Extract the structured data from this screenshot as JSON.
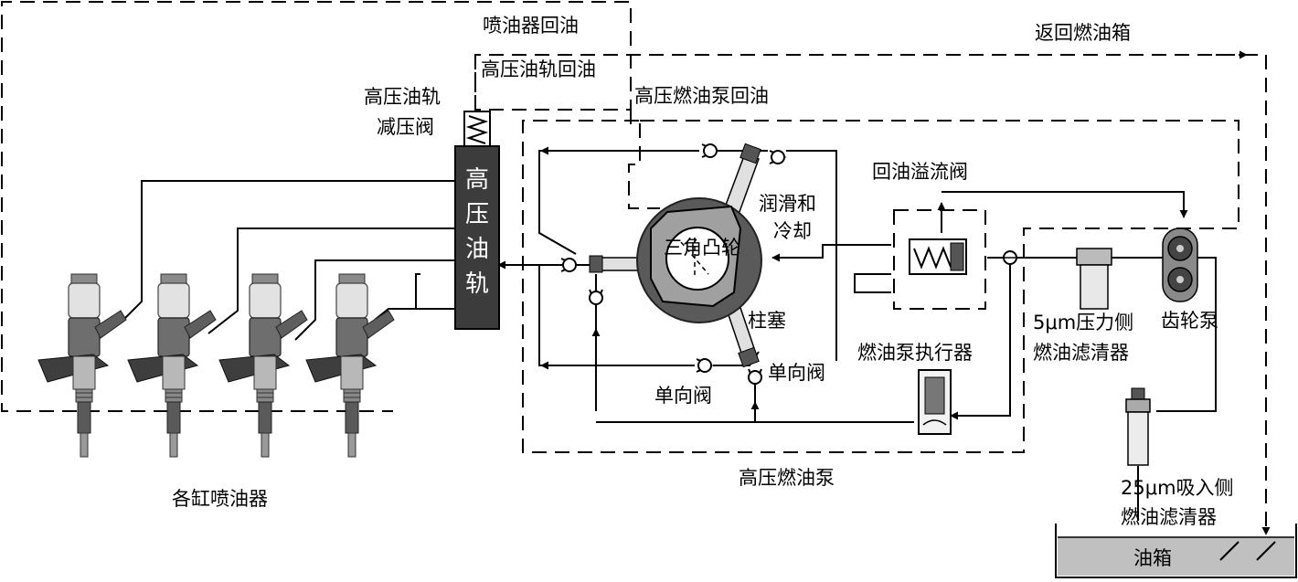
{
  "labels": {
    "injector_return": "喷油器回油",
    "rail_return": "高压油轨回油",
    "pump_return": "高压燃油泵回油",
    "tank_return": "返回燃油箱",
    "rail_valve_1": "高压油轨",
    "rail_valve_2": "减压阀",
    "rail_chars": [
      "高",
      "压",
      "油",
      "轨"
    ],
    "overflow_valve": "回油溢流阀",
    "lube_1": "润滑和",
    "lube_2": "冷却",
    "cam": "三角凸轮",
    "plunger": "柱塞",
    "check_valve_a": "单向阀",
    "check_valve_b": "单向阀",
    "actuator": "燃油泵执行器",
    "pressure_filter_1": "5μm压力侧",
    "pressure_filter_2": "燃油滤清器",
    "gear_pump": "齿轮泵",
    "suction_filter_1": "25μm吸入侧",
    "suction_filter_2": "燃油滤清器",
    "tank": "油箱",
    "injectors": "各缸喷油器",
    "hp_pump": "高压燃油泵"
  },
  "colors": {
    "rail": "#3c3c3c",
    "cam_ring": "#5a5a5a",
    "cam_body": "#a0a0a0",
    "tank_fill": "#c0c0c0",
    "injector_body": "#6e6e6e",
    "injector_light": "#d2d2d2"
  }
}
